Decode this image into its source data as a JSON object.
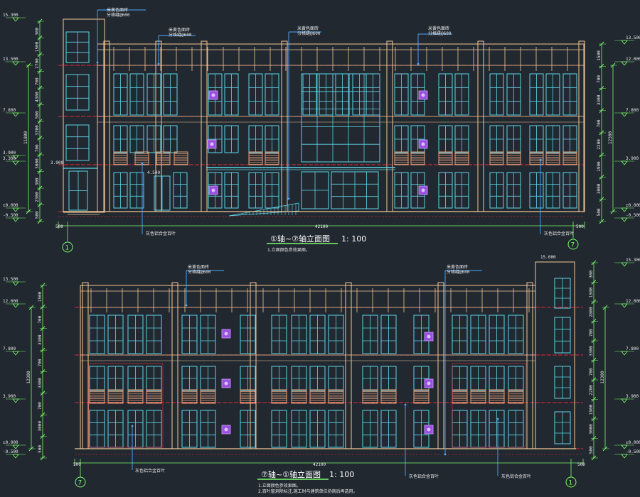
{
  "top": {
    "title": "①轴~⑦轴立面图",
    "scale": "1: 100",
    "note": "1.立面颜色参效果图。",
    "total_dim": "42100",
    "left_end_dim": "500",
    "right_end_dim": "500",
    "axis_left": "1",
    "axis_right": "7",
    "callouts": [
      {
        "line1": "米黄色面砖",
        "line2": "分格缝@600"
      },
      {
        "line1": "米黄色面砖",
        "line2": "分格缝@600"
      },
      {
        "line1": "米黄色面砖",
        "line2": "分格缝@600"
      },
      {
        "line1": "米黄色面砖",
        "line2": "分格缝@600"
      }
    ],
    "bottom_notes": [
      "灰色铝合金百叶",
      "灰色铝合金百叶"
    ],
    "small_labels": [
      "4.500",
      "3.900"
    ],
    "elev_left": [
      "15.300",
      "13.500",
      "7.800",
      "3.900",
      "3.300",
      "±0.000",
      "-0.500"
    ],
    "elev_right": [
      "13.500",
      "12.000",
      "7.800",
      "3.900",
      "±0.000",
      "-0.500"
    ],
    "seg_left_a": [
      "300",
      "1500",
      "2700",
      "700",
      "4300",
      "500",
      "3300",
      "700",
      "3000",
      "300",
      "2300",
      "500"
    ],
    "seg_left_b": [
      "11800"
    ],
    "seg_right_a": [
      "1500",
      "700",
      "3300",
      "700",
      "2200",
      "1900",
      "3000",
      "500"
    ],
    "seg_right_b": [
      "12300"
    ]
  },
  "bottom": {
    "title": "⑦轴~①轴立面图",
    "scale": "1: 100",
    "notes": [
      "1.立面颜色参效果图。",
      "2.百叶窗洞除标注,施工时与建筑单位协商后再选用。"
    ],
    "total_dim": "42100",
    "left_end_dim": "500",
    "right_end_dim": "500",
    "axis_left": "7",
    "axis_right": "1",
    "top_label": "15.000",
    "callouts": [
      {
        "line1": "米黄色面砖",
        "line2": "分格缝@600"
      },
      {
        "line1": "米黄色面砖",
        "line2": "分格缝@600"
      }
    ],
    "bottom_notes": [
      "灰色铝合金百叶",
      "灰色铝合金百叶",
      "灰色铝合金百叶"
    ],
    "elev_left": [
      "13.500",
      "12.000",
      "7.800",
      "3.900",
      "±0.000",
      "-0.500"
    ],
    "elev_right": [
      "15.300",
      "12.000",
      "7.800",
      "3.900",
      "±0.000",
      "-0.500"
    ],
    "seg_left_a": [
      "1500",
      "700",
      "3300",
      "700",
      "3300",
      "700",
      "3000",
      "500"
    ],
    "seg_left_b": [
      "12300"
    ],
    "seg_right_a": [
      "300",
      "1500",
      "2800",
      "700",
      "3300",
      "700",
      "2200",
      "1900",
      "3000",
      "500"
    ],
    "seg_right_b": [
      "12300"
    ]
  },
  "colors": {
    "background": "#212830",
    "facade": "#F2C794",
    "window": "#5FD3E6",
    "floor_line": "#E8293C",
    "dimension": "#7CFC6A",
    "leader": "#4FA8FF",
    "vent": "#9B4FE0",
    "louver": "#E8A07A"
  }
}
